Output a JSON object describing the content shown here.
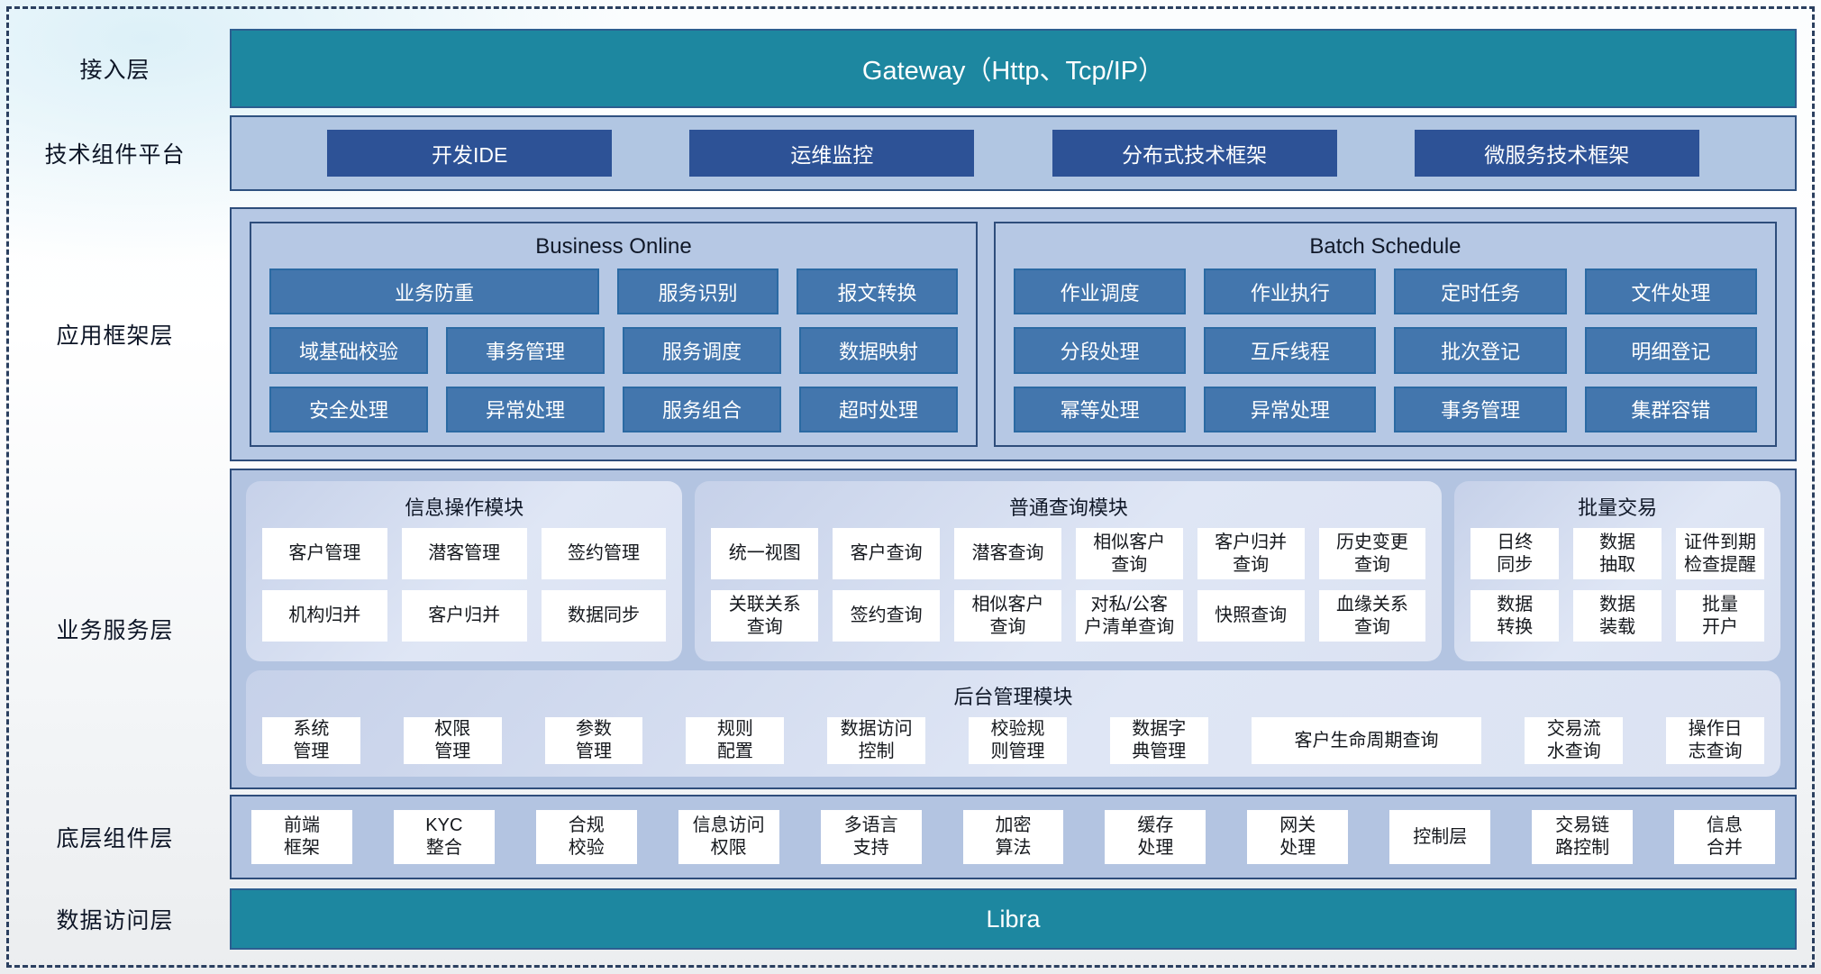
{
  "colors": {
    "teal_bar": "#1d87a0",
    "navy_button": "#2d5296",
    "blue_box": "#4376ad",
    "layer_container": "#b3c6e2",
    "panel_bg": "#dbe2f2",
    "container_border": "#2e4d7b",
    "frame_dash": "#2a3f5f"
  },
  "access": {
    "label": "接入层",
    "bar": "Gateway（Http、Tcp/IP）"
  },
  "tech": {
    "label": "技术组件平台",
    "buttons": [
      "开发IDE",
      "运维监控",
      "分布式技术框架",
      "微服务技术框架"
    ]
  },
  "app": {
    "label": "应用框架层",
    "sections": [
      {
        "title": "Business Online",
        "rows": [
          [
            {
              "t": "业务防重",
              "span": 2.07
            },
            {
              "t": "服务识别"
            },
            {
              "t": "报文转换"
            }
          ],
          [
            {
              "t": "域基础校验"
            },
            {
              "t": "事务管理"
            },
            {
              "t": "服务调度"
            },
            {
              "t": "数据映射"
            }
          ],
          [
            {
              "t": "安全处理"
            },
            {
              "t": "异常处理"
            },
            {
              "t": "服务组合"
            },
            {
              "t": "超时处理"
            }
          ]
        ]
      },
      {
        "title": "Batch Schedule",
        "rows": [
          [
            {
              "t": "作业调度"
            },
            {
              "t": "作业执行"
            },
            {
              "t": "定时任务"
            },
            {
              "t": "文件处理"
            }
          ],
          [
            {
              "t": "分段处理"
            },
            {
              "t": "互斥线程"
            },
            {
              "t": "批次登记"
            },
            {
              "t": "明细登记"
            }
          ],
          [
            {
              "t": "幂等处理"
            },
            {
              "t": "异常处理"
            },
            {
              "t": "事务管理"
            },
            {
              "t": "集群容错"
            }
          ]
        ]
      }
    ]
  },
  "biz": {
    "label": "业务服务层",
    "panels": [
      {
        "title": "信息操作模块",
        "rows": [
          [
            "客户管理",
            "潜客管理",
            "签约管理"
          ],
          [
            "机构归并",
            "客户归并",
            "数据同步"
          ]
        ]
      },
      {
        "title": "普通查询模块",
        "rows": [
          [
            "统一视图",
            "客户查询",
            "潜客查询",
            "相似客户\n查询",
            "客户归并\n查询",
            "历史变更\n查询"
          ],
          [
            "关联关系\n查询",
            "签约查询",
            "相似客户\n查询",
            "对私/公客\n户清单查询",
            "快照查询",
            "血缘关系\n查询"
          ]
        ]
      },
      {
        "title": "批量交易",
        "rows": [
          [
            "日终\n同步",
            "数据\n抽取",
            "证件到期\n检查提醒"
          ],
          [
            "数据\n转换",
            "数据\n装载",
            "批量\n开户"
          ]
        ]
      }
    ],
    "bottom": {
      "title": "后台管理模块",
      "items": [
        {
          "t": "系统\n管理"
        },
        {
          "t": "权限\n管理"
        },
        {
          "t": "参数\n管理"
        },
        {
          "t": "规则\n配置"
        },
        {
          "t": "数据访问\n控制"
        },
        {
          "t": "校验规\n则管理"
        },
        {
          "t": "数据字\n典管理"
        },
        {
          "t": "客户生命周期查询",
          "span": 2.35
        },
        {
          "t": "交易流\n水查询"
        },
        {
          "t": "操作日\n志查询"
        }
      ]
    }
  },
  "components": {
    "label": "底层组件层",
    "items": [
      "前端\n框架",
      "KYC\n整合",
      "合规\n校验",
      "信息访问\n权限",
      "多语言\n支持",
      "加密\n算法",
      "缓存\n处理",
      "网关\n处理",
      "控制层",
      "交易链\n路控制",
      "信息\n合并"
    ]
  },
  "data_access": {
    "label": "数据访问层",
    "bar": "Libra"
  }
}
